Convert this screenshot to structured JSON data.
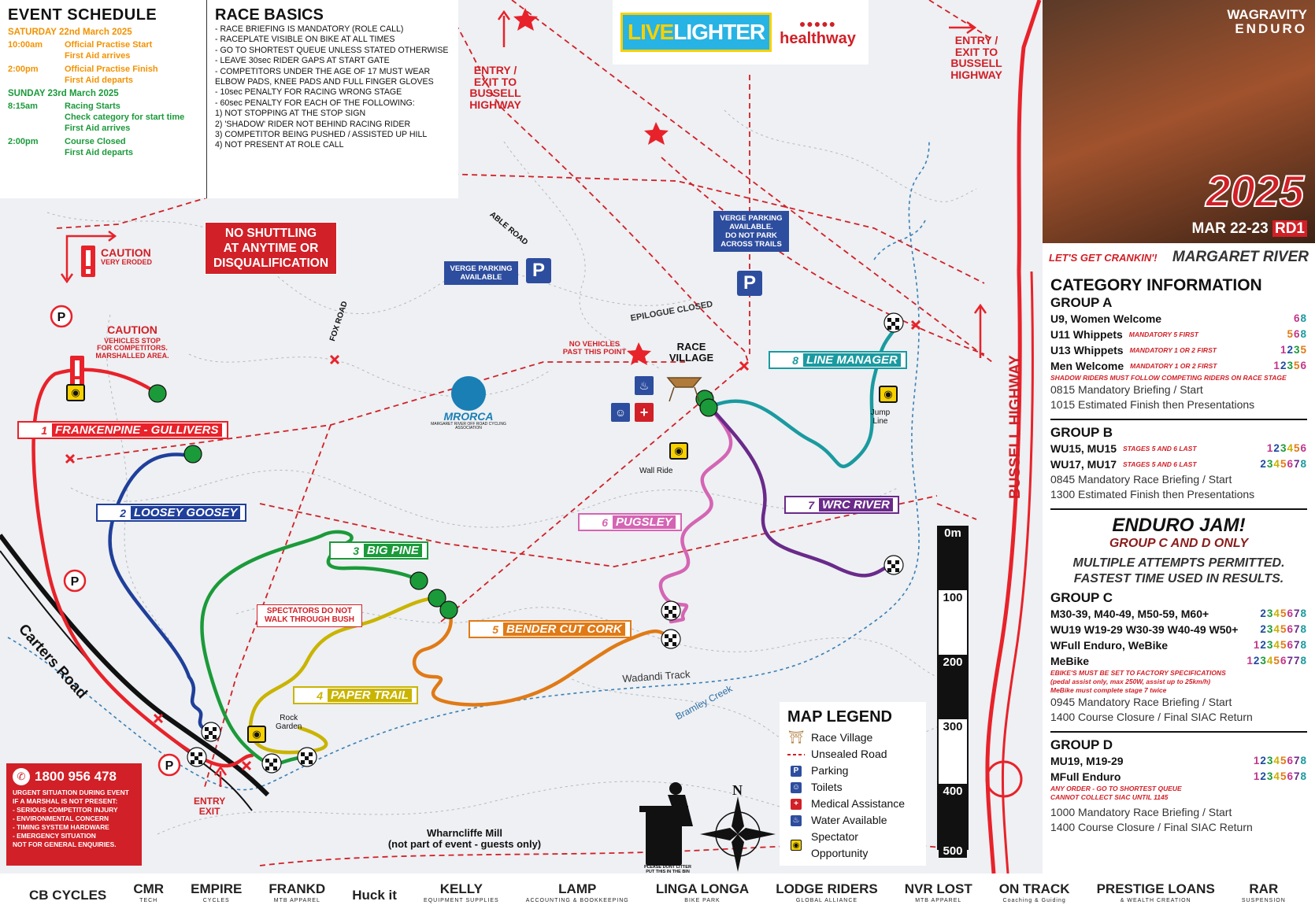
{
  "schedule": {
    "title": "EVENT SCHEDULE",
    "sat": "SATURDAY 22nd March 2025",
    "sat_rows": [
      {
        "time": "10:00am",
        "text": "Official Practise Start",
        "text2": "First Aid arrives"
      },
      {
        "time": "2:00pm",
        "text": "Official Practise Finish",
        "text2": "First Aid departs"
      }
    ],
    "sun": "SUNDAY 23rd March 2025",
    "sun_rows": [
      {
        "time": "8:15am",
        "text": "Racing Starts",
        "text2": "Check category for start time",
        "text3": "First Aid arrives"
      },
      {
        "time": "2:00pm",
        "text": "Course Closed",
        "text2": "First Aid departs"
      }
    ]
  },
  "basics": {
    "title": "RACE BASICS",
    "items": [
      "- RACE BRIEFING IS MANDATORY (ROLE CALL)",
      "- RACEPLATE VISIBLE ON BIKE AT ALL TIMES",
      "- GO TO SHORTEST QUEUE UNLESS STATED OTHERWISE",
      "- LEAVE 30sec RIDER GAPS AT START GATE",
      "- COMPETITORS UNDER THE AGE OF 17 MUST WEAR",
      "  ELBOW PADS, KNEE PADS AND FULL FINGER GLOVES",
      "- 10sec PENALTY FOR RACING WRONG STAGE",
      "- 60sec PENALTY FOR EACH OF THE FOLLOWING:",
      "  1) NOT STOPPING AT THE STOP SIGN",
      "  2) 'SHADOW' RIDER NOT BEHIND RACING RIDER",
      "  3) COMPETITOR BEING PUSHED / ASSISTED UP HILL",
      "  4) NOT PRESENT AT ROLE CALL"
    ]
  },
  "header_sponsors": {
    "livelighter_a": "LIVE",
    "livelighter_b": "LIGHTER",
    "healthway": "healthway"
  },
  "poster": {
    "brand_a": "WAGRAVITY",
    "brand_b": "ENDURO",
    "year": "2025",
    "date": "MAR 22-23",
    "round": "RD1",
    "tagline": "LET'S GET CRANKIN'!",
    "location": "MARGARET RIVER"
  },
  "category": {
    "title": "CATEGORY INFORMATION",
    "group_a": {
      "title": "GROUP A",
      "rows": [
        {
          "name": "U9, Women Welcome",
          "note": "",
          "stages": [
            {
              "s": "6",
              "c": "s6"
            },
            {
              "s": "8",
              "c": "s8"
            }
          ]
        },
        {
          "name": "U11 Whippets",
          "note": "MANDATORY 5 FIRST",
          "stages": [
            {
              "s": "5",
              "c": "s5"
            },
            {
              "s": "6",
              "c": "s6"
            },
            {
              "s": "8",
              "c": "s8"
            }
          ]
        },
        {
          "name": "U13 Whippets",
          "note": "MANDATORY 1 OR 2 FIRST",
          "stages": [
            {
              "s": "1",
              "c": "s1"
            },
            {
              "s": "2",
              "c": "s2"
            },
            {
              "s": "3",
              "c": "s3"
            },
            {
              "s": "5",
              "c": "s5"
            }
          ]
        },
        {
          "name": "Men Welcome",
          "note": "MANDATORY 1 OR 2 FIRST",
          "stages": [
            {
              "s": "1",
              "c": "s1"
            },
            {
              "s": "2",
              "c": "s2"
            },
            {
              "s": "3",
              "c": "s3"
            },
            {
              "s": "5",
              "c": "s5"
            },
            {
              "s": "6",
              "c": "s6"
            }
          ]
        }
      ],
      "warning": "SHADOW RIDERS MUST FOLLOW COMPETING RIDERS ON RACE STAGE",
      "info1": "0815  Mandatory Briefing / Start",
      "info2": "1015  Estimated Finish then Presentations"
    },
    "group_b": {
      "title": "GROUP B",
      "rows": [
        {
          "name": "WU15, MU15",
          "note": "STAGES 5 AND 6 LAST",
          "stages": [
            {
              "s": "1",
              "c": "s1"
            },
            {
              "s": "2",
              "c": "s2"
            },
            {
              "s": "3",
              "c": "s3"
            },
            {
              "s": "4",
              "c": "s4"
            },
            {
              "s": "5",
              "c": "s5"
            },
            {
              "s": "6",
              "c": "s6"
            }
          ]
        },
        {
          "name": "WU17, MU17",
          "note": "STAGES 5 AND 6 LAST",
          "stages": [
            {
              "s": "2",
              "c": "s2"
            },
            {
              "s": "3",
              "c": "s3"
            },
            {
              "s": "4",
              "c": "s4"
            },
            {
              "s": "5",
              "c": "s5"
            },
            {
              "s": "6",
              "c": "s6"
            },
            {
              "s": "7",
              "c": "s7"
            },
            {
              "s": "8",
              "c": "s8"
            }
          ]
        }
      ],
      "info1": "0845  Mandatory Race Briefing / Start",
      "info2": "1300  Estimated Finish then Presentations"
    },
    "jam": {
      "title": "ENDURO JAM!",
      "sub": "GROUP C AND D ONLY",
      "line1": "MULTIPLE ATTEMPTS PERMITTED.",
      "line2": "FASTEST TIME USED IN RESULTS."
    },
    "group_c": {
      "title": "GROUP C",
      "rows": [
        {
          "name": "M30-39, M40-49, M50-59, M60+",
          "stages": [
            {
              "s": "2",
              "c": "s2"
            },
            {
              "s": "3",
              "c": "s3"
            },
            {
              "s": "4",
              "c": "s4"
            },
            {
              "s": "5",
              "c": "s5"
            },
            {
              "s": "6",
              "c": "s6"
            },
            {
              "s": "7",
              "c": "s7"
            },
            {
              "s": "8",
              "c": "s8"
            }
          ]
        },
        {
          "name": "WU19 W19-29 W30-39 W40-49 W50+",
          "stages": [
            {
              "s": "2",
              "c": "s2"
            },
            {
              "s": "3",
              "c": "s3"
            },
            {
              "s": "4",
              "c": "s4"
            },
            {
              "s": "5",
              "c": "s5"
            },
            {
              "s": "6",
              "c": "s6"
            },
            {
              "s": "7",
              "c": "s7"
            },
            {
              "s": "8",
              "c": "s8"
            }
          ]
        },
        {
          "name": "WFull Enduro, WeBike",
          "stages": [
            {
              "s": "1",
              "c": "s1"
            },
            {
              "s": "2",
              "c": "s2"
            },
            {
              "s": "3",
              "c": "s3"
            },
            {
              "s": "4",
              "c": "s4"
            },
            {
              "s": "5",
              "c": "s5"
            },
            {
              "s": "6",
              "c": "s6"
            },
            {
              "s": "7",
              "c": "s7"
            },
            {
              "s": "8",
              "c": "s8"
            }
          ]
        },
        {
          "name": "MeBike",
          "stages": [
            {
              "s": "1",
              "c": "s1"
            },
            {
              "s": "2",
              "c": "s2"
            },
            {
              "s": "3",
              "c": "s3"
            },
            {
              "s": "4",
              "c": "s4"
            },
            {
              "s": "5",
              "c": "s5"
            },
            {
              "s": "6",
              "c": "s6"
            },
            {
              "s": "7",
              "c": "s7"
            },
            {
              "s": "7",
              "c": "s7"
            },
            {
              "s": "8",
              "c": "s8"
            }
          ]
        }
      ],
      "ebike1": "EBIKE'S MUST BE SET TO FACTORY SPECIFICATIONS",
      "ebike2": "(pedal assist only, max 250W, assist up to 25km/h)",
      "ebike3": "MeBike must complete stage 7 twice",
      "info1": "0945  Mandatory Race Briefing / Start",
      "info2": "1400  Course Closure / Final SIAC Return"
    },
    "group_d": {
      "title": "GROUP D",
      "rows": [
        {
          "name": "MU19, M19-29",
          "stages": [
            {
              "s": "1",
              "c": "s1"
            },
            {
              "s": "2",
              "c": "s2"
            },
            {
              "s": "3",
              "c": "s3"
            },
            {
              "s": "4",
              "c": "s4"
            },
            {
              "s": "5",
              "c": "s5"
            },
            {
              "s": "6",
              "c": "s6"
            },
            {
              "s": "7",
              "c": "s7"
            },
            {
              "s": "8",
              "c": "s8"
            }
          ]
        },
        {
          "name": "MFull Enduro",
          "stages": [
            {
              "s": "1",
              "c": "s1"
            },
            {
              "s": "2",
              "c": "s2"
            },
            {
              "s": "3",
              "c": "s3"
            },
            {
              "s": "4",
              "c": "s4"
            },
            {
              "s": "5",
              "c": "s5"
            },
            {
              "s": "6",
              "c": "s6"
            },
            {
              "s": "7",
              "c": "s7"
            },
            {
              "s": "8",
              "c": "s8"
            }
          ]
        }
      ],
      "note1": "ANY ORDER - GO TO SHORTEST QUEUE",
      "note2": "CANNOT COLLECT SIAC UNTIL 1145",
      "info1": "1000  Mandatory Race Briefing / Start",
      "info2": "1400  Course Closure / Final SIAC Return"
    }
  },
  "legend": {
    "title": "MAP LEGEND",
    "items": [
      "Race Village",
      "Unsealed Road",
      "Parking",
      "Toilets",
      "Medical Assistance",
      "Water Available",
      "Spectator Opportunity"
    ]
  },
  "emergency": {
    "phone": "1800 956 478",
    "l1": "URGENT SITUATION DURING EVENT",
    "l2": "IF A MARSHAL IS NOT PRESENT:",
    "l3": "- SERIOUS COMPETITOR INJURY",
    "l4": "- ENVIRONMENTAL CONCERN",
    "l5": "- TIMING SYSTEM HARDWARE",
    "l6": "- EMERGENCY SITUATION",
    "l7": "NOT FOR GENERAL ENQUIRIES."
  },
  "stages": [
    {
      "num": "1",
      "name": "FRANKENPINE - GULLIVERS",
      "color": "#e8222a"
    },
    {
      "num": "2",
      "name": "LOOSEY GOOSEY",
      "color": "#1f3f9a"
    },
    {
      "num": "3",
      "name": "BIG PINE",
      "color": "#1b9a3a"
    },
    {
      "num": "4",
      "name": "PAPER TRAIL",
      "color": "#c9b400"
    },
    {
      "num": "5",
      "name": "BENDER CUT CORK",
      "color": "#e07a16"
    },
    {
      "num": "6",
      "name": "PUGSLEY",
      "color": "#d465b4"
    },
    {
      "num": "7",
      "name": "WRC RIVER",
      "color": "#6a2a8a"
    },
    {
      "num": "8",
      "name": "LINE MANAGER",
      "color": "#1a9aa0"
    }
  ],
  "labels": {
    "no_shuttle": [
      "NO SHUTTLING",
      "AT ANYTIME OR",
      "DISQUALIFICATION"
    ],
    "caution1": "CAUTION",
    "caution1_sub": "VERY ERODED",
    "caution2": "CAUTION",
    "caution2_sub1": "VEHICLES STOP",
    "caution2_sub2": "FOR COMPETITORS.",
    "caution2_sub3": "MARSHALLED AREA.",
    "entry1": [
      "ENTRY /",
      "EXIT TO",
      "BUSSELL",
      "HIGHWAY"
    ],
    "entry2": [
      "ENTRY /",
      "EXIT TO",
      "BUSSELL",
      "HIGHWAY"
    ],
    "verge1": [
      "VERGE PARKING",
      "AVAILABLE"
    ],
    "verge2": [
      "VERGE PARKING",
      "AVAILABLE.",
      "DO NOT PARK",
      "ACROSS TRAILS"
    ],
    "parking": "P",
    "able_road": "ABLE ROAD",
    "fox_road": "FOX ROAD",
    "epilogue": "EPILOGUE CLOSED",
    "no_vehicles": [
      "NO VEHICLES",
      "PAST THIS POINT"
    ],
    "race_village": [
      "RACE",
      "VILLAGE"
    ],
    "mrorca": "MRORCA",
    "mrorca_sub": "MARGARET RIVER OFF ROAD CYCLING ASSOCIATION",
    "jump_line": [
      "Jump",
      "Line"
    ],
    "wall_ride": "Wall Ride",
    "spectators": [
      "SPECTATORS DO NOT",
      "WALK THROUGH BUSH"
    ],
    "rock_garden": [
      "Rock",
      "Garden"
    ],
    "wadandi": "Wadandi Track",
    "bramley": "Bramley Creek",
    "carters": "Carters Road",
    "bussell": "BUSSELL HIGHWAY",
    "entry_exit": [
      "ENTRY",
      "EXIT"
    ],
    "wharncliffe": "Wharncliffe Mill",
    "wharncliffe_sub": "(not part of event - guests only)",
    "litter": [
      "PLEASE DONT LITTER",
      "PUT THIS IN THE BIN"
    ],
    "north": "N",
    "scale": [
      "0m",
      "100",
      "200",
      "300",
      "400",
      "500"
    ]
  },
  "sponsors": [
    {
      "name": "CB CYCLES",
      "sub": ""
    },
    {
      "name": "CMR",
      "sub": "TECH"
    },
    {
      "name": "EMPIRE",
      "sub": "CYCLES"
    },
    {
      "name": "FRANKD",
      "sub": "MTB APPAREL"
    },
    {
      "name": "Huck it",
      "sub": ""
    },
    {
      "name": "KELLY",
      "sub": "EQUIPMENT SUPPLIES"
    },
    {
      "name": "LAMP",
      "sub": "ACCOUNTING & BOOKKEEPING"
    },
    {
      "name": "LINGA LONGA",
      "sub": "BIKE PARK"
    },
    {
      "name": "LODGE RIDERS",
      "sub": "GLOBAL ALLIANCE"
    },
    {
      "name": "NVR LOST",
      "sub": "MTB APPAREL"
    },
    {
      "name": "ON TRACK",
      "sub": "Coaching & Guiding"
    },
    {
      "name": "PRESTIGE LOANS",
      "sub": "& WEALTH CREATION"
    },
    {
      "name": "RAR",
      "sub": "SUSPENSION"
    }
  ]
}
